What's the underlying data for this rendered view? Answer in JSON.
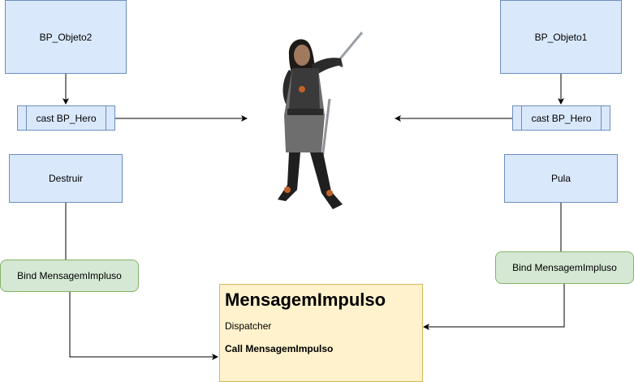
{
  "nodes": {
    "bp_objeto2": "BP_Objeto2",
    "bp_objeto1": "BP_Objeto1",
    "cast_left": "cast BP_Hero",
    "cast_right": "cast BP_Hero",
    "destruir": "Destruir",
    "pula": "Pula",
    "bind_left": "Bind MensagemImpluso",
    "bind_right": "Bind MensagemImpluso"
  },
  "note": {
    "title": "MensagemImpulso",
    "line1": "Dispatcher",
    "line2": "Call MensagemImpulso"
  },
  "colors": {
    "blue_fill": "#dae8fc",
    "blue_stroke": "#6c8ebf",
    "green_fill": "#d5e8d4",
    "green_stroke": "#82b366",
    "note_fill": "#fff2cc",
    "note_stroke": "#d6b656"
  },
  "image": {
    "subject": "hero-character"
  }
}
